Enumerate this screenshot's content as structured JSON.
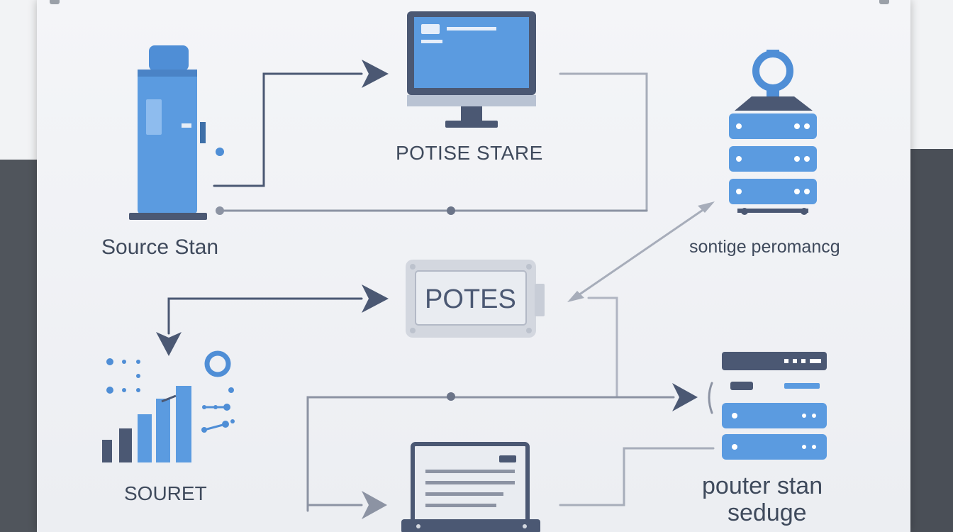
{
  "labels": {
    "source_stan": "Source Stan",
    "potise_stare": "POTISE STARE",
    "sontige_peromance": "sontige peromancg",
    "potes": "POTES",
    "souret": "SOURET",
    "pouter_stan": "pouter stan",
    "seduge": "seduge"
  },
  "colors": {
    "accent_blue": "#4f8ed6",
    "dark_slate": "#4b5873",
    "line_gray": "#8c93a3",
    "text": "#3f4a5c"
  },
  "icons": [
    "tower-device-icon",
    "monitor-icon",
    "server-stack-icon",
    "tag-box-icon",
    "bar-chart-icon",
    "rack-server-icon",
    "document-printer-icon"
  ]
}
